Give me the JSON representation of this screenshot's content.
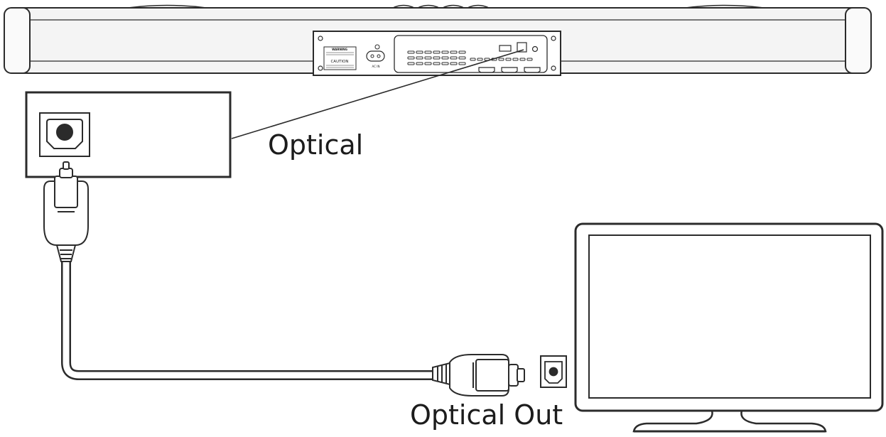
{
  "labels": {
    "optical": "Optical",
    "optical_out": "Optical Out"
  },
  "soundbar_panel": {
    "warning_heading": "WARNING",
    "caution": "CAUTION",
    "ac_in": "AC IN"
  },
  "colors": {
    "line": "#2b2b2b",
    "background": "#ffffff",
    "soundbar_fill": "#f4f4f4"
  }
}
